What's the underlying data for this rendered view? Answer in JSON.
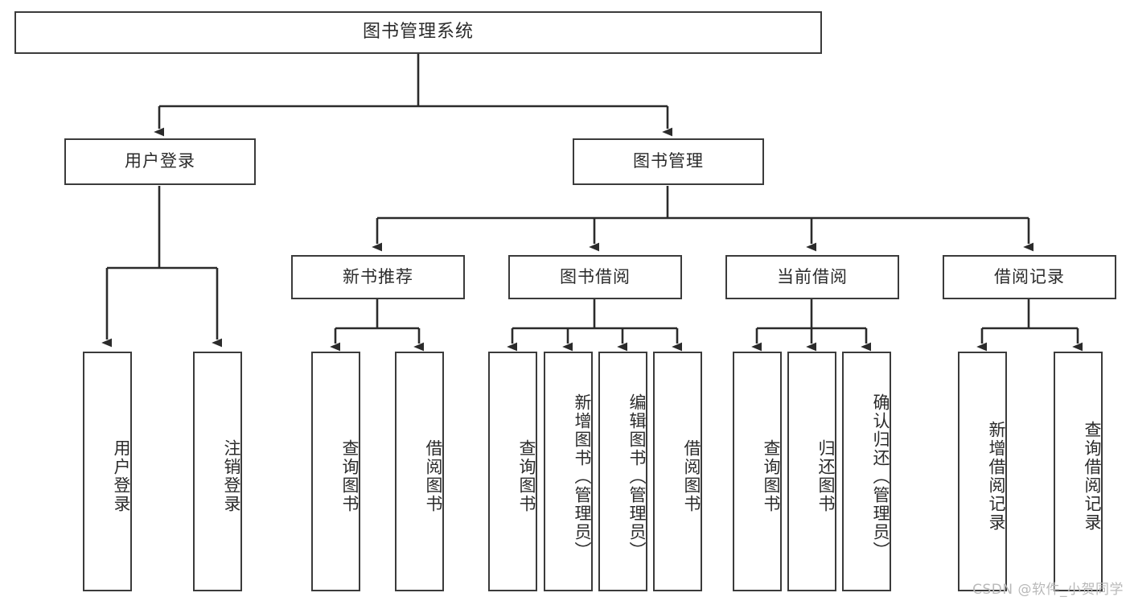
{
  "diagram": {
    "title": "图书管理系统",
    "type": "hierarchy-tree",
    "watermark": "CSDN @软件_小贺同学",
    "colors": {
      "box_border": "#3b3b3b",
      "box_fill": "#ffffff",
      "connector": "#2b2b2b",
      "text": "#2b2b2b",
      "watermark": "#b9b9b9",
      "background": "#ffffff"
    },
    "root": {
      "label": "图书管理系统"
    },
    "level2": [
      {
        "id": "user-login",
        "label": "用户登录"
      },
      {
        "id": "book-manage",
        "label": "图书管理"
      }
    ],
    "level3": [
      {
        "id": "new-book-recommend",
        "label": "新书推荐",
        "parent": "book-manage"
      },
      {
        "id": "book-borrow",
        "label": "图书借阅",
        "parent": "book-manage"
      },
      {
        "id": "current-borrow",
        "label": "当前借阅",
        "parent": "book-manage"
      },
      {
        "id": "borrow-record",
        "label": "借阅记录",
        "parent": "book-manage"
      }
    ],
    "leaves": {
      "user-login": [
        {
          "id": "leaf-user-login",
          "label": "用户登录"
        },
        {
          "id": "leaf-user-logout",
          "label": "注销登录"
        }
      ],
      "new-book-recommend": [
        {
          "id": "leaf-query-book-1",
          "label": "查询图书"
        },
        {
          "id": "leaf-borrow-book-1",
          "label": "借阅图书"
        }
      ],
      "book-borrow": [
        {
          "id": "leaf-query-book-2",
          "label": "查询图书"
        },
        {
          "id": "leaf-add-book",
          "label": "新增图书（管理员）"
        },
        {
          "id": "leaf-edit-book",
          "label": "编辑图书（管理员）"
        },
        {
          "id": "leaf-borrow-book-2",
          "label": "借阅图书"
        }
      ],
      "current-borrow": [
        {
          "id": "leaf-query-book-3",
          "label": "查询图书"
        },
        {
          "id": "leaf-return-book",
          "label": "归还图书"
        },
        {
          "id": "leaf-confirm-return",
          "label": "确认归还（管理员）"
        }
      ],
      "borrow-record": [
        {
          "id": "leaf-add-record",
          "label": "新增借阅记录"
        },
        {
          "id": "leaf-query-record",
          "label": "查询借阅记录"
        }
      ]
    }
  }
}
